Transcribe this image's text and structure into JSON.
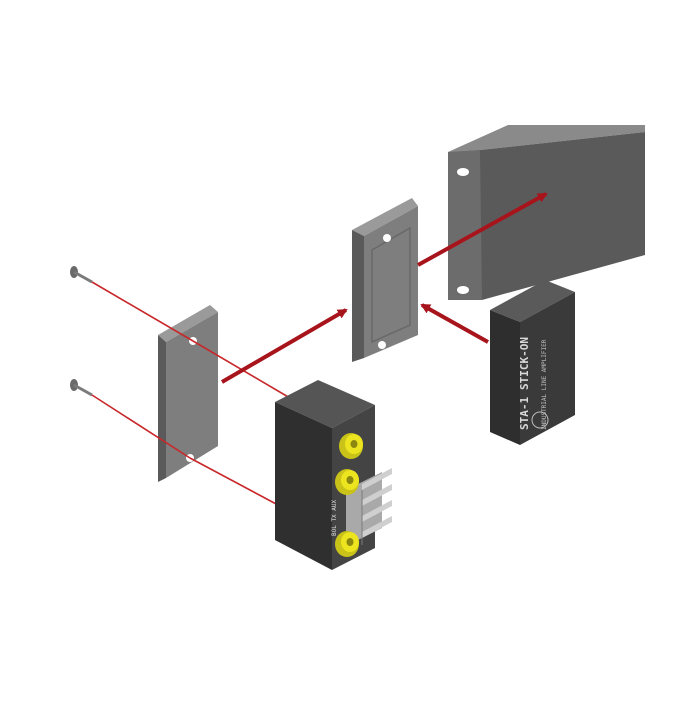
{
  "diagram": {
    "colors": {
      "background": "#ffffff",
      "guide_line": "#c8282a",
      "arrow": "#a8141c",
      "metal_light": "#8e8e8e",
      "metal_mid": "#6f6f6f",
      "metal_dark": "#3c3c3c",
      "enclosure_dark": "#2e2e2e",
      "enclosure_face": "#474747",
      "connector_yellow": "#e9e21e",
      "terminal_silver": "#b4b4b4"
    },
    "parts": {
      "rack_panel": {
        "icon": "rack-panel"
      },
      "mid_bracket": {
        "icon": "mounting-bracket"
      },
      "front_bracket": {
        "icon": "mounting-bracket"
      },
      "screws": {
        "icon": "screw",
        "count": 2
      },
      "module_left": {
        "icon": "connector-module",
        "label": "BOL TX AUX",
        "connector_count": 3
      },
      "module_right": {
        "icon": "stick-on-module",
        "labels": [
          "STA-1",
          "STICK-ON"
        ],
        "caption": "INDUSTRIAL LINE AMPLIFIER"
      }
    },
    "arrows": [
      "bracket-to-panel",
      "bracket-to-bracket",
      "module-to-bracket"
    ]
  }
}
